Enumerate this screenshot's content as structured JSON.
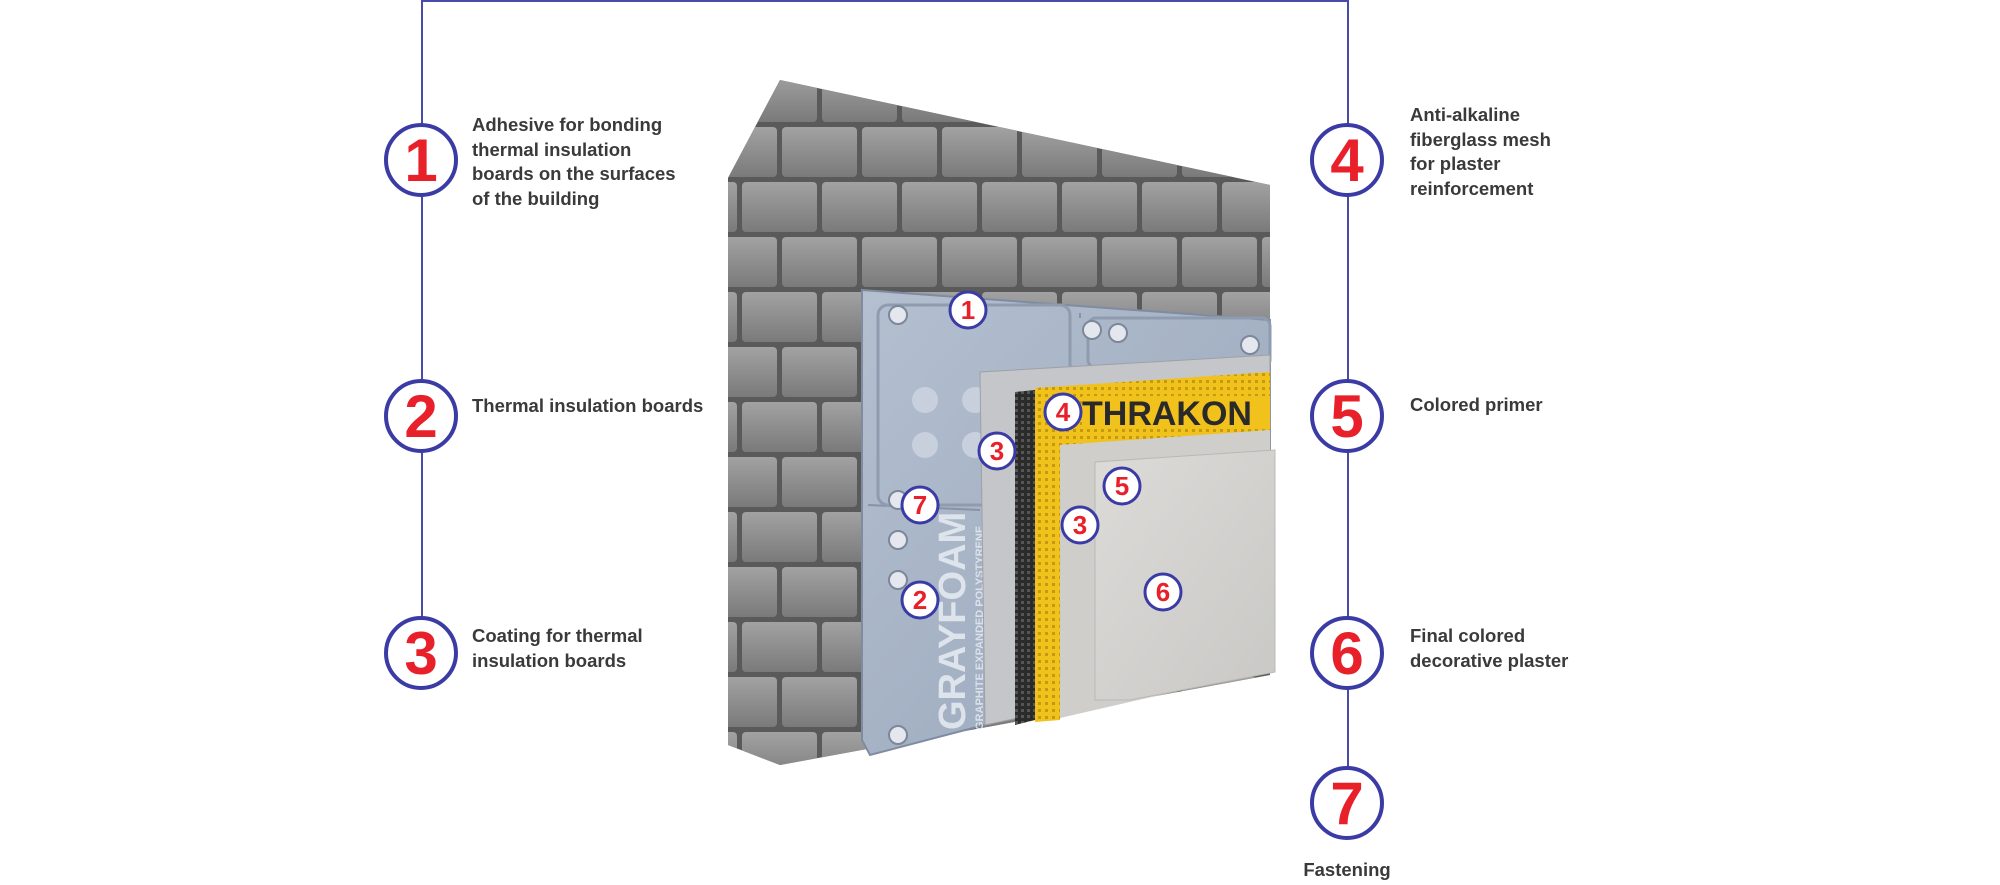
{
  "colors": {
    "accent_line": "#4a4aa8",
    "badge_border": "#3b3ba5",
    "number_red": "#e8202a",
    "label_text": "#3a3a3a",
    "mesh_yellow": "#f2c21c",
    "brick": "#8c8c8c",
    "insulation_board": "#a9b6c8",
    "plaster": "#d6d5d2"
  },
  "callouts_left": [
    {
      "number": "1",
      "lines": [
        "Adhesive for bonding",
        "thermal insulation",
        "boards on the surfaces",
        "of the building"
      ]
    },
    {
      "number": "2",
      "lines": [
        "Thermal insulation boards"
      ]
    },
    {
      "number": "3",
      "lines": [
        "Coating for thermal",
        "insulation boards"
      ]
    }
  ],
  "callouts_right": [
    {
      "number": "4",
      "lines": [
        "Anti-alkaline",
        "fiberglass mesh",
        "for plaster",
        "reinforcement"
      ]
    },
    {
      "number": "5",
      "lines": [
        "Colored primer"
      ]
    },
    {
      "number": "6",
      "lines": [
        "Final colored",
        "decorative plaster"
      ]
    },
    {
      "number": "7",
      "lines": [
        "Fastening"
      ]
    }
  ],
  "illustration": {
    "mesh_brand": "THRAKON",
    "board_brand": "GRAYFOAM",
    "board_subtitle": "GRAPHITE EXPANDED POLYSTYRENE",
    "markers": [
      "1",
      "4",
      "3",
      "5",
      "7",
      "3",
      "2",
      "6"
    ]
  }
}
